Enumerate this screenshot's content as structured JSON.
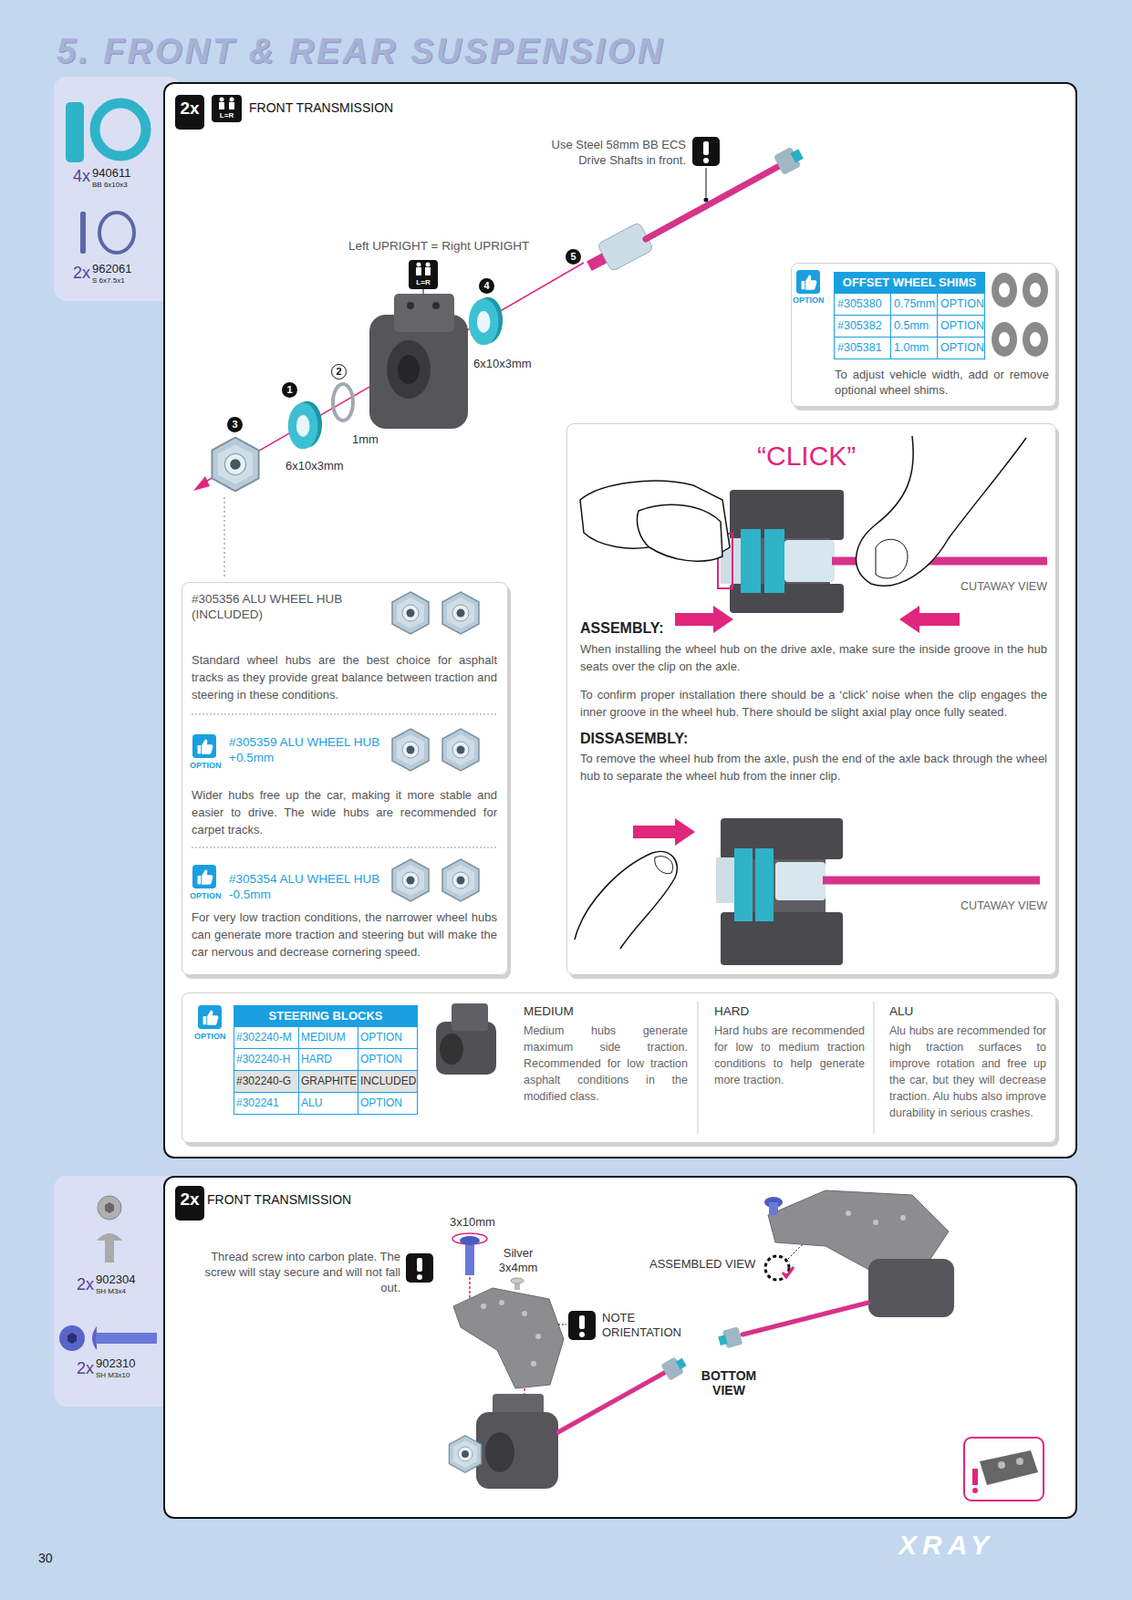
{
  "diagram": {
    "title": "5. FRONT & REAR SUSPENSION",
    "nodes": [
      {
        "text": [
          "FRONT TRANSMISSION"
        ]
      },
      {
        "text": [
          "2x"
        ],
        "in": 0
      },
      {
        "text": [
          "To adjust vehicle width, add or remove optional wheel shims."
        ],
        "in": 0
      },
      {
        "text": [
          "#305356 ALU WHEEL HUB (INCLUDED)",
          "Standard wheel hubs are the best choice for asphalt tracks as they provide great balance between traction and steering in these conditions.",
          "#305359 ALU WHEEL HUB +0.5mm",
          "Wider hubs free up the car, making it more stable and easier to drive. The wide hubs are recommended for carpet tracks.",
          "#305354 ALU WHEEL HUB -0.5mm",
          "For very low traction conditions, the narrower wheel hubs can generate more traction and steering but will make the car nervous and decrease cornering speed."
        ],
        "in": 0
      },
      {
        "text": [
          "“CLICK”",
          "CUTAWAY VIEW",
          "ASSEMBLY:",
          "When installing the wheel hub on the drive axle, make sure the inside groove in the hub seats over the clip on the axle.",
          "To confirm proper installation there should be a ‘click’ noise when the clip engages the inner groove in the wheel hub. There should be slight axial play once fully seated.",
          "DISSASEMBLY:",
          "To remove the wheel hub from the axle, push the end of the axle back through the wheel hub to separate the wheel hub from the inner clip.",
          "CUTAWAY VIEW"
        ],
        "in": 0
      },
      {
        "text": [
          "MEDIUM",
          "Medium hubs generate maximum side traction. Recommended for low traction asphalt conditions in the modified class.",
          "HARD",
          "Hard hubs are recommended for low to medium traction conditions to help generate more traction.",
          "ALU",
          "Alu hubs are recommended for high traction surfaces to improve rotation and free up the car, but they will decrease traction. Alu hubs also improve durability in serious crashes."
        ],
        "in": 0
      },
      {
        "text": [
          "4x",
          "940611",
          "BB 6x10x3",
          "2x",
          "962061",
          "S 6x7.5x1"
        ]
      },
      {
        "text": [
          "FRONT TRANSMISSION"
        ]
      },
      {
        "text": [
          "2x"
        ],
        "in": 7
      },
      {
        "text": [
          "2x",
          "902304",
          "SH M3x4",
          "2x",
          "902310",
          "SH M3x10"
        ]
      }
    ],
    "labels": [
      "Use Steel 58mm BB ECS Drive Shafts in front.",
      "L=R",
      "Left UPRIGHT = Right UPRIGHT",
      "L=R",
      "5",
      "4",
      "6x10x3mm",
      "2",
      "1",
      "1mm",
      "3",
      "6x10x3mm",
      "OPTION",
      "OFFSET WHEEL SHIMS",
      "#305380",
      "0.75mm",
      "OPTION",
      "#305382",
      "0.5mm",
      "OPTION",
      "#305381",
      "1.0mm",
      "OPTION",
      "OPTION",
      "OPTION",
      "OPTION",
      "STEERING BLOCKS",
      "#302240-M",
      "MEDIUM",
      "OPTION",
      "#302240-H",
      "HARD",
      "OPTION",
      "#302240-G",
      "GRAPHITE",
      "INCLUDED",
      "#302241",
      "ALU",
      "OPTION",
      "3x10mm",
      "Thread screw into carbon plate. The screw will stay secure and will not fall out.",
      "Silver 3x4mm",
      "NOTE ORIENTATION",
      "ASSEMBLED VIEW",
      "BOTTOM VIEW",
      "30",
      "XRAY"
    ]
  }
}
